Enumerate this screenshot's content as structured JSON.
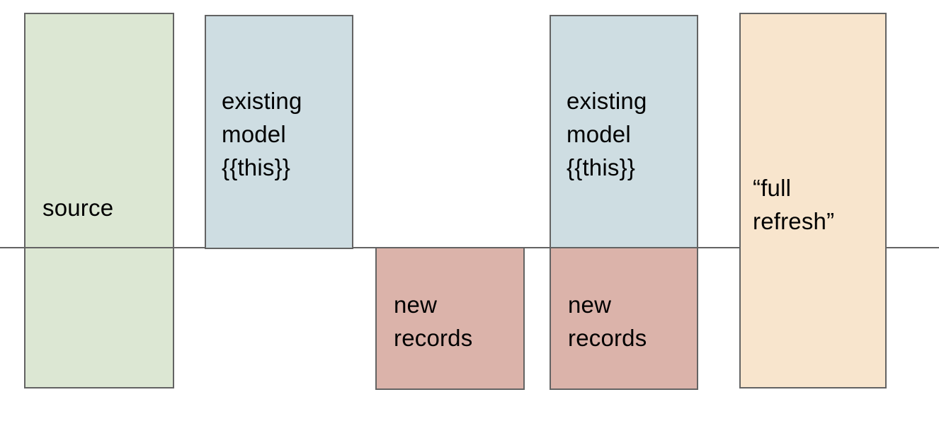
{
  "colors": {
    "background": "#ffffff",
    "green_fill": "#dce7d3",
    "blue_fill": "#cedde2",
    "pink_fill": "#dbb3aa",
    "orange_fill": "#f8e5cd",
    "border": "#636363",
    "divider_line": "#636363",
    "text": "#000000"
  },
  "diagram": {
    "boxes": {
      "source": {
        "label": "source"
      },
      "existing_model_1": {
        "label": "existing\nmodel\n{{this}}"
      },
      "new_records_1": {
        "label": "new\nrecords"
      },
      "existing_model_2": {
        "label": "existing\nmodel\n{{this}}"
      },
      "new_records_2": {
        "label": "new\nrecords"
      },
      "full_refresh": {
        "label": "“full\nrefresh”"
      }
    }
  }
}
